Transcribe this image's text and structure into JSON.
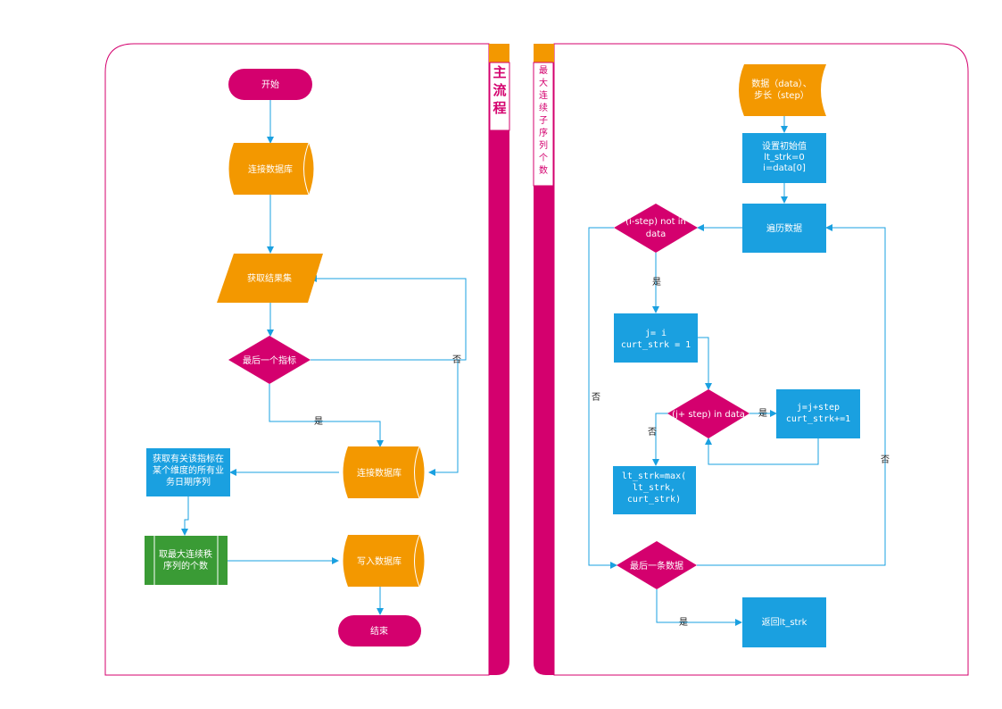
{
  "colors": {
    "accent": "#d4006e",
    "orange": "#f39800",
    "blue": "#1aa0e0",
    "green": "#3a9b35",
    "arrow": "#1aa0e0"
  },
  "main_flow": {
    "title": "主流程",
    "start": "开始",
    "connect_db": "连接数据库",
    "get_result": "获取结果集",
    "last_metric": "最后一个指标",
    "yes": "是",
    "no": "否",
    "connect_db2": "连接数据库",
    "get_dates": [
      "获取有关该指标在",
      "某个维度的所有业",
      "务日期序列"
    ],
    "calc_max": [
      "取最大连续秩",
      "序列的个数"
    ],
    "write_db": "写入数据库",
    "end": "结束"
  },
  "sub_flow": {
    "title": "最大连续子序列个数",
    "input": [
      "数据（data）、",
      "步长（step）"
    ],
    "init": [
      "设置初始值",
      "lt_strk=0",
      "i=data[0]"
    ],
    "traverse": "遍历数据",
    "cond1": [
      "(i-step) not in",
      "data"
    ],
    "yes1": "是",
    "no1": "否",
    "assign": [
      "j= i",
      "curt_strk = 1"
    ],
    "cond2": "(j+ step)  in data",
    "yes2": "是",
    "no2": "否",
    "increment": [
      "j=j+step",
      "curt_strk+=1"
    ],
    "maxcalc": [
      "lt_strk=max(",
      "lt_strk,",
      "curt_strk)"
    ],
    "no3": "否",
    "last_data": "最后一条数据",
    "yes3": "是",
    "return": "返回lt_strk"
  }
}
